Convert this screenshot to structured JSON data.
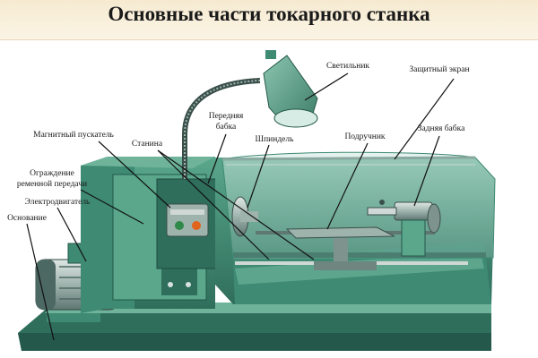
{
  "title": "Основные части токарного станка",
  "labels": {
    "lamp": "Светильник",
    "screen": "Защитный экран",
    "headstock_1": "Передняя",
    "headstock_2": "бабка",
    "magnetic_starter": "Магнитный пускатель",
    "bed": "Станина",
    "spindle": "Шпиндель",
    "tool_rest": "Подручник",
    "tailstock": "Задняя бабка",
    "belt_guard_1": "Ограждение",
    "belt_guard_2": "ременной передачи",
    "motor": "Электродвигатель",
    "base": "Основание"
  },
  "colors": {
    "machine_green": "#3e8a72",
    "machine_dark": "#24584a",
    "machine_light": "#6fb39b",
    "leader": "#111111"
  }
}
